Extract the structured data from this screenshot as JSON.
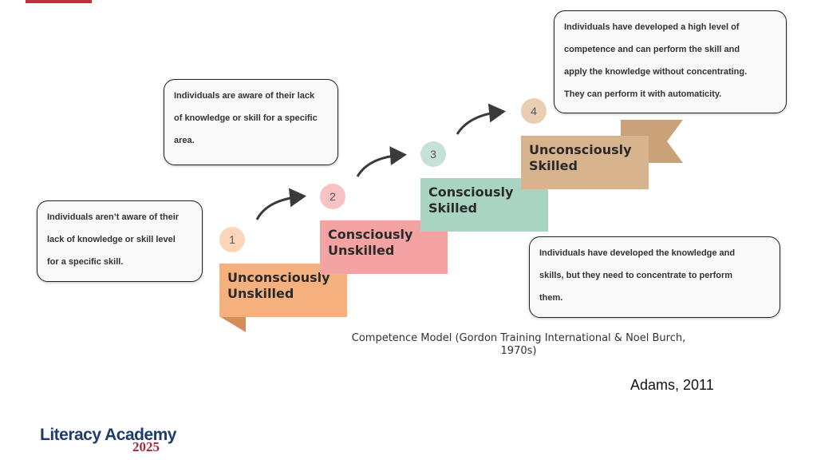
{
  "steps": [
    {
      "number": "1",
      "line1": "Unconsciously",
      "line2": "Unskilled",
      "color": "#f6b07d",
      "circle_color": "#fad5b9"
    },
    {
      "number": "2",
      "line1": "Consciously",
      "line2": "Unskilled",
      "color": "#f4a3a3",
      "circle_color": "#f7c2c2"
    },
    {
      "number": "3",
      "line1": "Consciously",
      "line2": "Skilled",
      "color": "#a9d3c2",
      "circle_color": "#c6e2d6"
    },
    {
      "number": "4",
      "line1": "Unconsciously",
      "line2": "Skilled",
      "color": "#d7b48d",
      "circle_color": "#e8cfb4"
    }
  ],
  "callouts": {
    "unconscious_incompetence": [
      "Individuals aren’t aware of their",
      "lack of knowledge or skill level",
      "for a specific skill."
    ],
    "conscious_incompetence": [
      "Individuals are aware of their lack",
      "of knowledge or skill for a specific",
      "area."
    ],
    "conscious_competence": [
      "Individuals have developed the knowledge and",
      "skills, but they need to concentrate to perform",
      "them."
    ],
    "unconscious_competence": [
      "Individuals have developed a high level of",
      "competence and can perform the skill and",
      "apply the knowledge without concentrating.",
      "They can perform it with automaticity."
    ]
  },
  "caption": {
    "line1": "Competence Model (Gordon Training International & Noel Burch,",
    "line2": "1970s)"
  },
  "citation": "Adams, 2011",
  "logo": {
    "line1": "Literacy Academy",
    "line2": "2025"
  },
  "colors": {
    "accent_bar": "#c0303a",
    "logo_blue": "#1f3a6b",
    "logo_red": "#a8283a",
    "arrow": "#3a3a3a"
  }
}
